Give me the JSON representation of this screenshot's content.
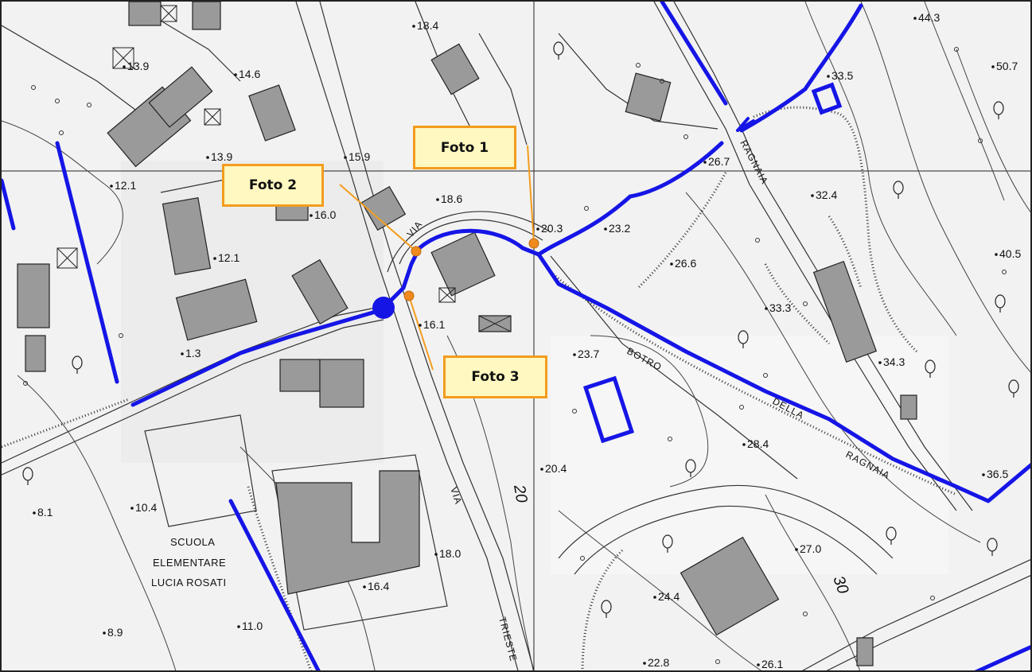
{
  "map": {
    "elevations": [
      {
        "id": "e184",
        "text": "18.4"
      },
      {
        "id": "e443",
        "text": "44.3"
      },
      {
        "id": "e507",
        "text": "50.7"
      },
      {
        "id": "e146",
        "text": "14.6"
      },
      {
        "id": "e139a",
        "text": "13.9"
      },
      {
        "id": "e335",
        "text": "33.5"
      },
      {
        "id": "e139b",
        "text": "13.9"
      },
      {
        "id": "e159",
        "text": "15.9"
      },
      {
        "id": "e267",
        "text": "26.7"
      },
      {
        "id": "e186",
        "text": "18.6"
      },
      {
        "id": "e324",
        "text": "32.4"
      },
      {
        "id": "e121a",
        "text": "12.1"
      },
      {
        "id": "e160",
        "text": "16.0"
      },
      {
        "id": "e203",
        "text": "20.3"
      },
      {
        "id": "e232",
        "text": "23.2"
      },
      {
        "id": "e121b",
        "text": "12.1"
      },
      {
        "id": "e266",
        "text": "26.6"
      },
      {
        "id": "e405",
        "text": "40.5"
      },
      {
        "id": "e333",
        "text": "33.3"
      },
      {
        "id": "e161",
        "text": "16.1"
      },
      {
        "id": "e13",
        "text": "1.3"
      },
      {
        "id": "e237",
        "text": "23.7"
      },
      {
        "id": "e343",
        "text": "34.3"
      },
      {
        "id": "e284",
        "text": "28.4"
      },
      {
        "id": "e365",
        "text": "36.5"
      },
      {
        "id": "e204",
        "text": "20.4"
      },
      {
        "id": "e81",
        "text": "8.1"
      },
      {
        "id": "e104",
        "text": "10.4"
      },
      {
        "id": "e180",
        "text": "18.0"
      },
      {
        "id": "e270",
        "text": "27.0"
      },
      {
        "id": "e164",
        "text": "16.4"
      },
      {
        "id": "e244",
        "text": "24.4"
      },
      {
        "id": "e89",
        "text": "8.9"
      },
      {
        "id": "e110",
        "text": "11.0"
      },
      {
        "id": "e228",
        "text": "22.8"
      },
      {
        "id": "e261",
        "text": "26.1"
      }
    ],
    "contour_labels": {
      "c20": "20",
      "c30": "30"
    },
    "road_labels": {
      "ragnaia": "RAGNAIA",
      "via_top": "VIA",
      "via_bottom": "VIA",
      "trieste": "TRIESTE",
      "botro": "BOTRO",
      "della": "DELLA",
      "ragnaia2": "RAGNAIA"
    },
    "school_label": [
      "SCUOLA",
      "ELEMENTARE",
      "LUCIA ROSATI"
    ]
  },
  "callouts": {
    "foto1": "Foto 1",
    "foto2": "Foto 2",
    "foto3": "Foto 3"
  },
  "colors": {
    "watercourse": "#1515e6",
    "callout_border": "#f39c1e",
    "callout_fill": "#fff8c0",
    "marker": "#f08a1e"
  }
}
